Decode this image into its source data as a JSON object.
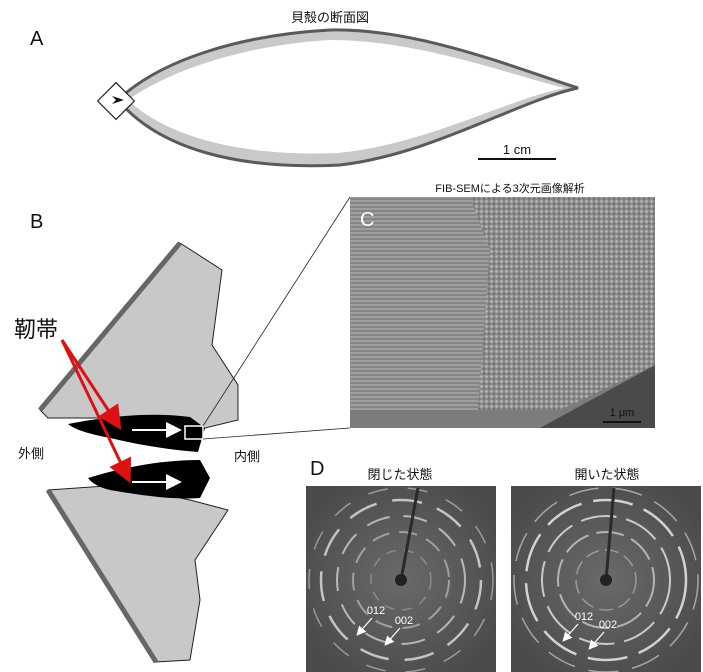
{
  "panel_a": {
    "letter": "A",
    "title": "貝殻の断面図",
    "scale_bar": "1 cm"
  },
  "panel_b": {
    "letter": "B",
    "ligament_label": "靭帯",
    "outer_label": "外側",
    "inner_label": "内側"
  },
  "panel_c": {
    "letter": "C",
    "title": "FIB-SEMによる3次元画像解析",
    "scale_bar": "1 μm"
  },
  "panel_d": {
    "letter": "D",
    "closed_title": "閉じた状態",
    "open_title": "開いた状態",
    "closed_peak_012": "012",
    "closed_peak_002": "002",
    "open_peak_012": "012",
    "open_peak_002": "002"
  },
  "colors": {
    "shell_fill": "#c8c8c8",
    "shell_stroke": "#555555",
    "ligament": "#000000",
    "arrow_red": "#dd1111",
    "sem_bg": "#8a8a8a",
    "xrd_bg": "#5a5a5a"
  }
}
